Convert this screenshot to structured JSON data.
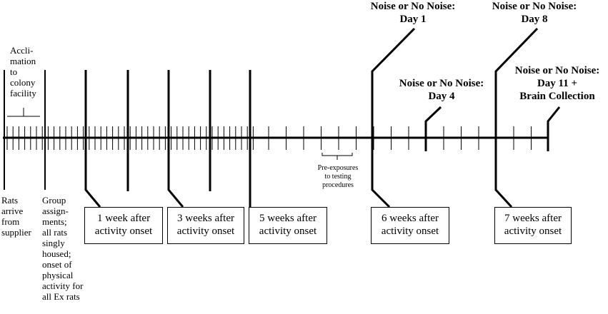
{
  "acclimation_label": "Accli-\nmation\nto\ncolony\nfacility",
  "arrive_label": "Rats\narrive\nfrom\nsupplier",
  "group_label": "Group\nassign-\nments;\nall rats\nsingly\nhoused;\nonset of\nphysical\nactivity for\nall Ex rats",
  "preexposure_label": "Pre-exposures\nto testing\nprocedures",
  "week_boxes": [
    "1 week after\nactivity onset",
    "3 weeks after\nactivity onset",
    "5 weeks after\nactivity onset",
    "6 weeks after\nactivity onset",
    "7 weeks after\nactivity onset"
  ],
  "noise_labels": [
    "Noise or No Noise:\nDay 1",
    "Noise or No Noise:\nDay 8",
    "Noise or No Noise:\nDay 4",
    "Noise or No Noise:\nDay 11 +\nBrain Collection"
  ]
}
